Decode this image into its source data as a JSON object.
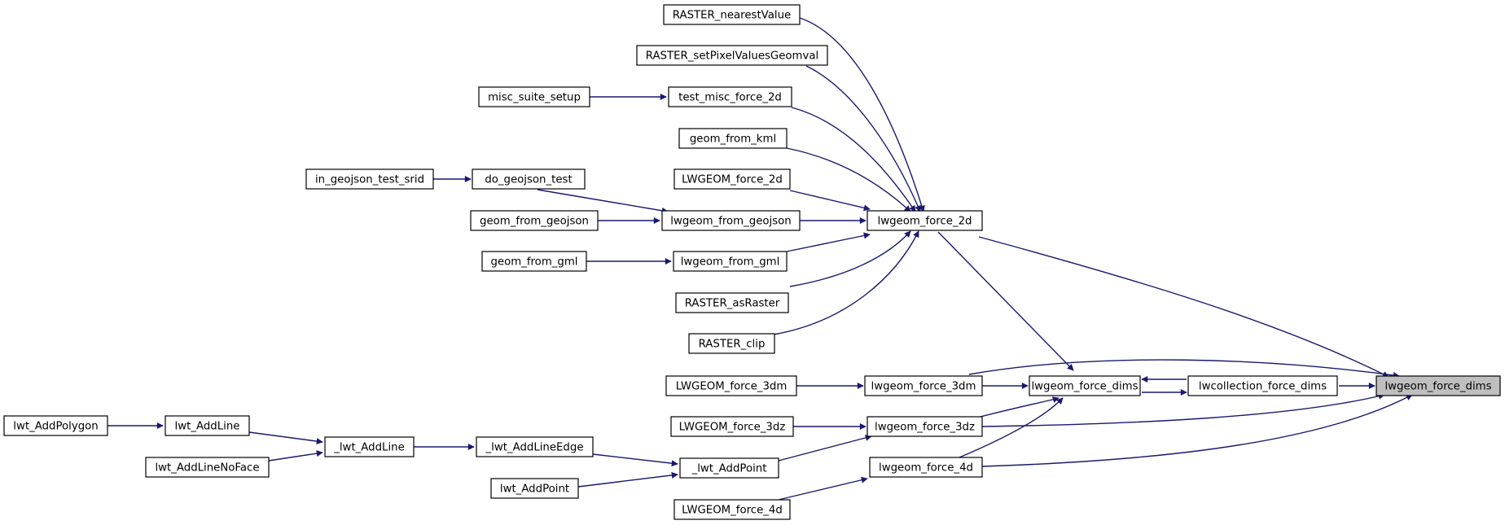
{
  "colors": {
    "edge": "#191970",
    "node_fill": "#ffffff",
    "current_fill": "#bfbfbf"
  },
  "nodes": {
    "n_lwgeom_force_dims_main": "lwgeom_force_dims",
    "n_lwcollection_force_dims": "lwcollection_force_dims",
    "n_lwgeom_force_dims": "lwgeom_force_dims",
    "n_lwgeom_force_2d": "lwgeom_force_2d",
    "n_lwgeom_force_3dm": "lwgeom_force_3dm",
    "n_lwgeom_force_3dz": "lwgeom_force_3dz",
    "n_lwgeom_force_4d": "lwgeom_force_4d",
    "n_RASTER_nearestValue": "RASTER_nearestValue",
    "n_RASTER_setPixelValuesGeomval": "RASTER_setPixelValuesGeomval",
    "n_test_misc_force_2d": "test_misc_force_2d",
    "n_misc_suite_setup": "misc_suite_setup",
    "n_geom_from_kml": "geom_from_kml",
    "n_LWGEOM_force_2d": "LWGEOM_force_2d",
    "n_lwgeom_from_geojson": "lwgeom_from_geojson",
    "n_do_geojson_test": "do_geojson_test",
    "n_in_geojson_test_srid": "in_geojson_test_srid",
    "n_geom_from_geojson": "geom_from_geojson",
    "n_lwgeom_from_gml": "lwgeom_from_gml",
    "n_geom_from_gml": "geom_from_gml",
    "n_RASTER_asRaster": "RASTER_asRaster",
    "n_RASTER_clip": "RASTER_clip",
    "n_LWGEOM_force_3dm": "LWGEOM_force_3dm",
    "n_LWGEOM_force_3dz": "LWGEOM_force_3dz",
    "n_LWGEOM_force_4d": "LWGEOM_force_4d",
    "n__lwt_AddPoint": "_lwt_AddPoint",
    "n_lwt_AddPoint": "lwt_AddPoint",
    "n__lwt_AddLineEdge": "_lwt_AddLineEdge",
    "n__lwt_AddLine": "_lwt_AddLine",
    "n_lwt_AddLine": "lwt_AddLine",
    "n_lwt_AddLineNoFace": "lwt_AddLineNoFace",
    "n_lwt_AddPolygon": "lwt_AddPolygon"
  }
}
